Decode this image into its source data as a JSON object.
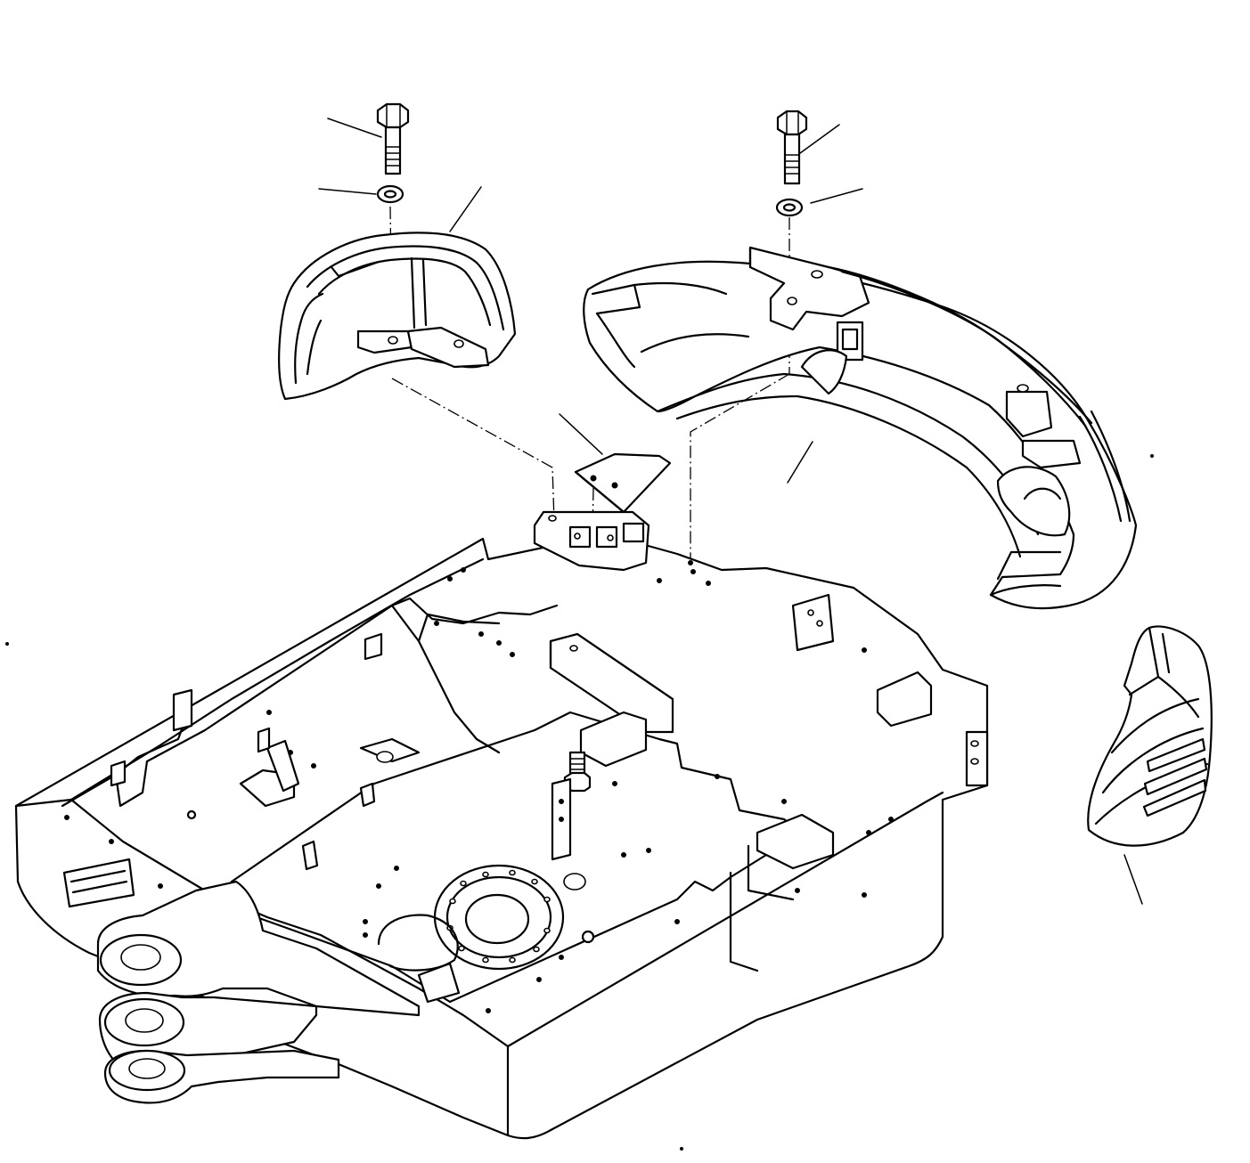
{
  "diagram": {
    "type": "exploded-parts-view",
    "subject": "revolving-frame-with-counterweight",
    "parts": [
      {
        "id": "left-bolt",
        "shape": "hex-bolt"
      },
      {
        "id": "left-washer",
        "shape": "washer"
      },
      {
        "id": "left-counterweight",
        "shape": "counterweight-block"
      },
      {
        "id": "center-plate",
        "shape": "plate"
      },
      {
        "id": "right-bolt",
        "shape": "hex-bolt"
      },
      {
        "id": "right-washer",
        "shape": "washer"
      },
      {
        "id": "rear-counterweight",
        "shape": "curved-counterweight"
      },
      {
        "id": "side-cover",
        "shape": "side-cover"
      },
      {
        "id": "lower-bolt",
        "shape": "hex-bolt"
      },
      {
        "id": "revolving-frame",
        "shape": "frame"
      }
    ],
    "colors": {
      "ink": "#000000",
      "paper": "#ffffff"
    }
  }
}
